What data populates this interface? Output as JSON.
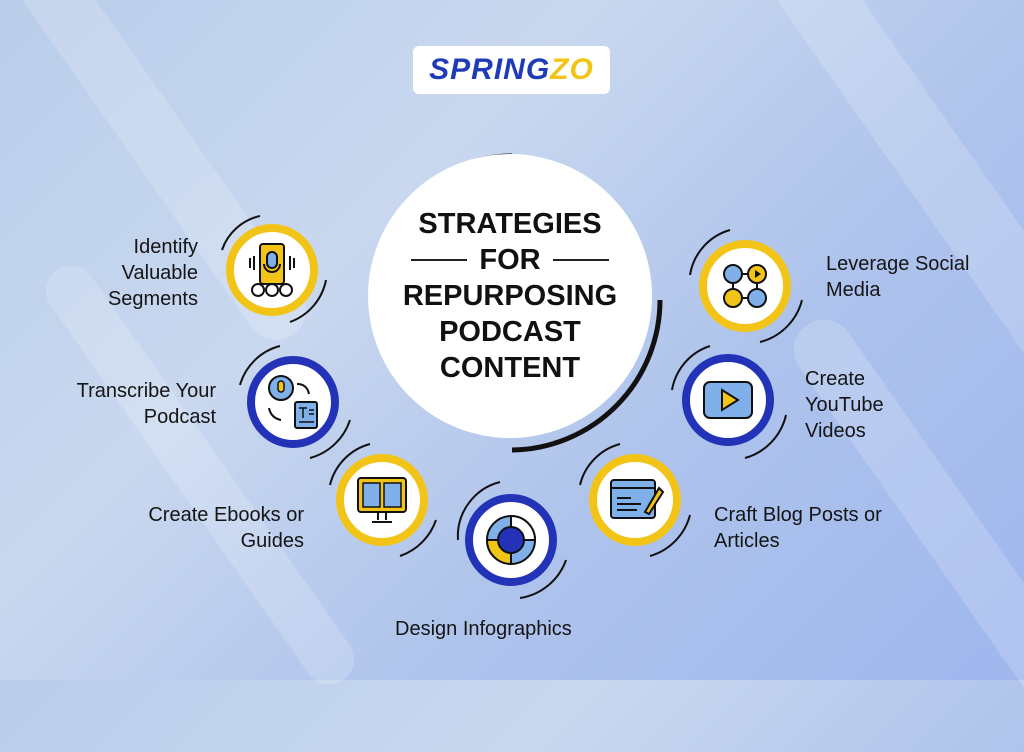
{
  "logo": {
    "part1": "SPRING",
    "part2": "ZO"
  },
  "title": {
    "line1": "STRATEGIES",
    "line2": "FOR",
    "line3": "REPURPOSING",
    "line4": "PODCAST",
    "line5": "CONTENT"
  },
  "strategies": [
    {
      "label": "Identify Valuable Segments",
      "icon": "podcast-phone-icon"
    },
    {
      "label": "Transcribe Your Podcast",
      "icon": "transcribe-icon"
    },
    {
      "label": "Create Ebooks or Guides",
      "icon": "ebook-monitor-icon"
    },
    {
      "label": "Design Infographics",
      "icon": "donut-chart-icon"
    },
    {
      "label": "Craft Blog Posts or Articles",
      "icon": "blog-pencil-icon"
    },
    {
      "label": "Create YouTube Videos",
      "icon": "play-video-icon"
    },
    {
      "label": "Leverage Social Media",
      "icon": "social-network-icon"
    }
  ],
  "colors": {
    "yellow": "#f2c418",
    "blue": "#2233b8",
    "light_blue": "#7fb0ea"
  }
}
